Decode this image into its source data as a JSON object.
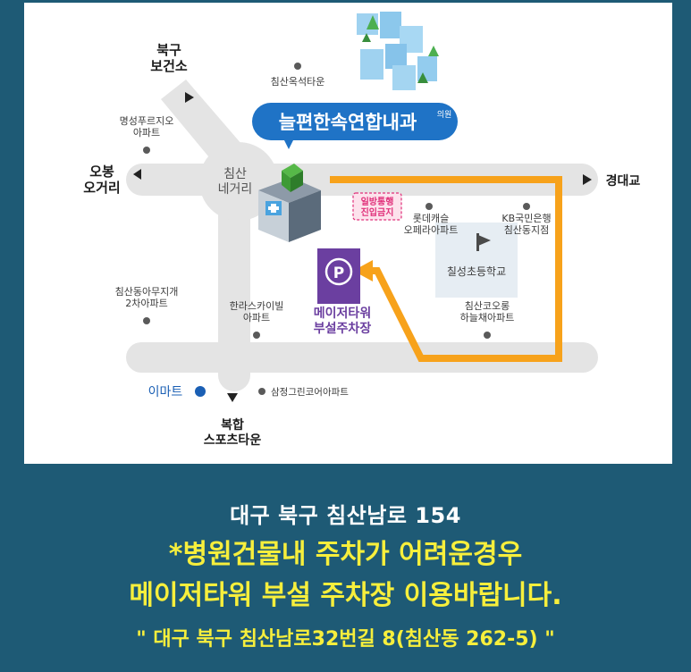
{
  "map": {
    "labels": {
      "bukgu_health": "북구\n보건소",
      "chimsan_okseok": "침산옥석타운",
      "hospital_name": "늘편한속연합내과",
      "hospital_suffix": "의원",
      "myeongseong": "명성푸르지오\n아파트",
      "chimsan_intersection": "침산\n네거리",
      "obong": "오봉\n오거리",
      "gyeongdaegyo": "경대교",
      "one_way": "일방통행\n진입금지",
      "lotte_castle": "롯데캐슬\n오페라아파트",
      "kb_bank": "KB국민은행\n침산동지점",
      "chilseong_school": "칠성초등학교",
      "parking_symbol": "P",
      "mayjer_tower": "메이저타워\n부설주차장",
      "dongah_mujigae": "침산동아무지개\n2차아파트",
      "hanra_skyville": "한라스카이빌\n아파트",
      "chimsan_kolon": "침산코오롱\n하늘채아파트",
      "emart": "이마트",
      "samjeong": "삼정그린코어아파트",
      "bokhap_sports": "복합\n스포츠타운"
    },
    "colors": {
      "road": "#e4e4e4",
      "route": "#f7a21b",
      "parking": "#6b3fa0",
      "hospital_badge": "#1f73c6",
      "text": "#3c3c3c",
      "emart_blue": "#1a5fb4"
    }
  },
  "footer": {
    "address": "대구 북구 침산남로 154",
    "notice_line1": "*병원건물내 주차가 어려운경우",
    "notice_line2": "메이저타워 부설 주차장 이용바랍니다.",
    "parking_address": "\" 대구 북구 침산남로32번길 8(침산동 262-5) \""
  }
}
